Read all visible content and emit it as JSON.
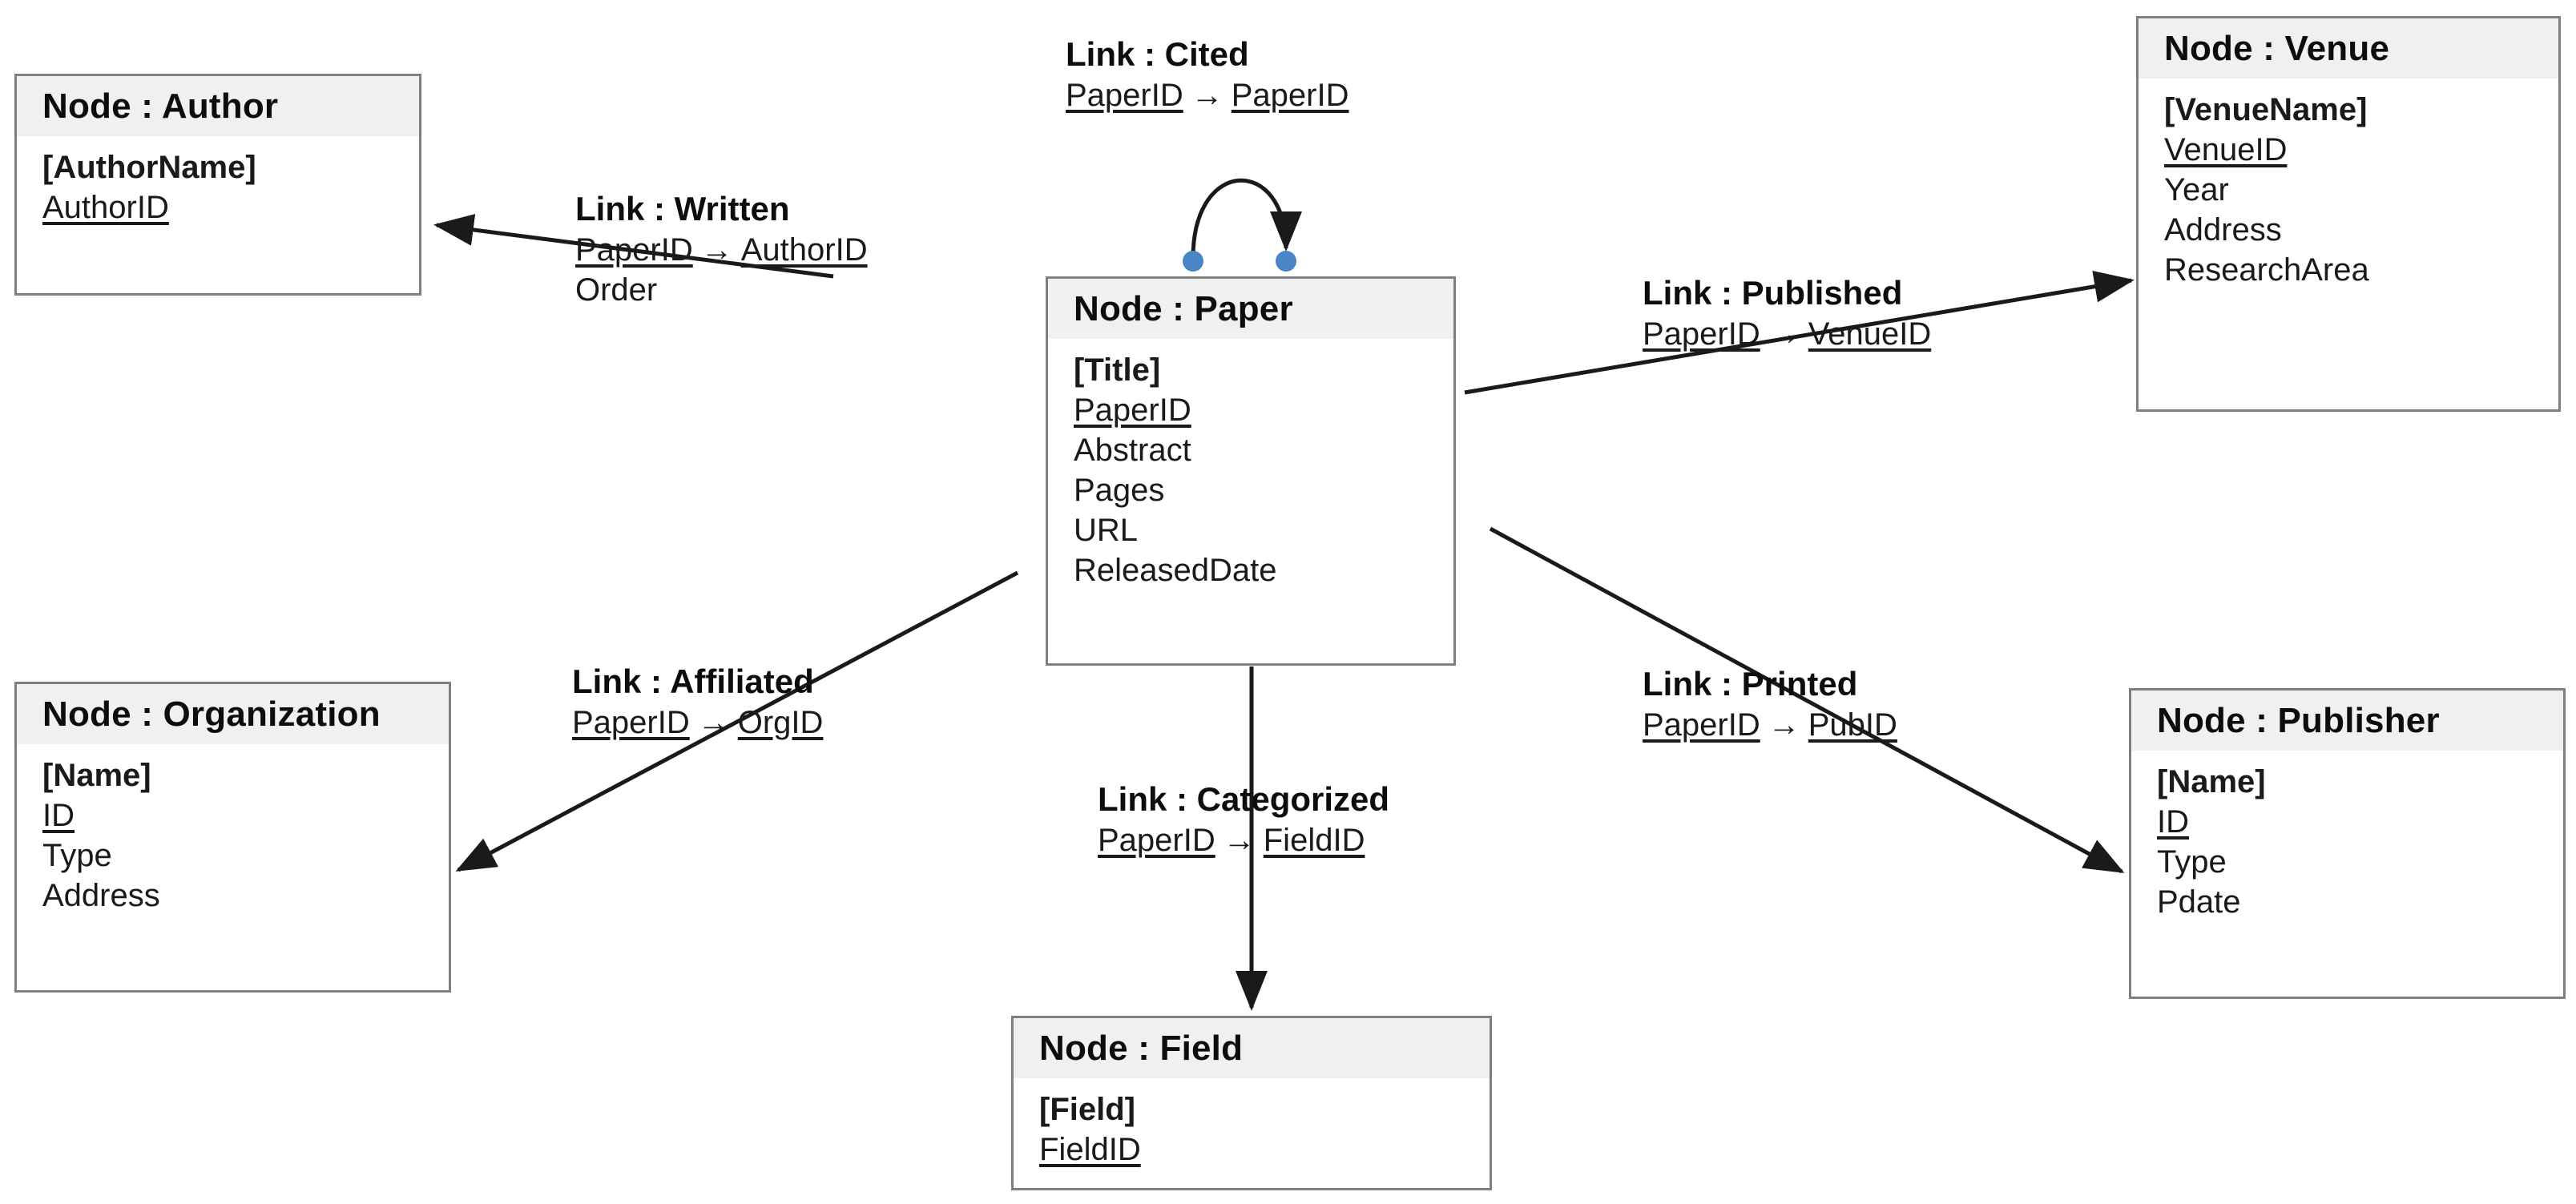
{
  "diagram": {
    "type": "graph-schema-er-diagram",
    "style": {
      "node_header_bg": "#f0f0f0",
      "node_border": "#7f7f7f",
      "edge_color": "#262626",
      "endpoint_dot_color": "#4a86c5",
      "text_color": "#1a1a1a"
    }
  },
  "nodes": [
    {
      "id": "author",
      "title": "Node : Author",
      "attributes": [
        {
          "text": "[AuthorName]",
          "bold": true,
          "underline": false
        },
        {
          "text": "AuthorID",
          "bold": false,
          "underline": true
        }
      ]
    },
    {
      "id": "paper",
      "title": "Node : Paper",
      "attributes": [
        {
          "text": "[Title]",
          "bold": true,
          "underline": false
        },
        {
          "text": "PaperID",
          "bold": false,
          "underline": true
        },
        {
          "text": "Abstract",
          "bold": false,
          "underline": false
        },
        {
          "text": "Pages",
          "bold": false,
          "underline": false
        },
        {
          "text": "URL",
          "bold": false,
          "underline": false
        },
        {
          "text": "ReleasedDate",
          "bold": false,
          "underline": false
        }
      ]
    },
    {
      "id": "venue",
      "title": "Node : Venue",
      "attributes": [
        {
          "text": "[VenueName]",
          "bold": true,
          "underline": false
        },
        {
          "text": "VenueID",
          "bold": false,
          "underline": true
        },
        {
          "text": "Year",
          "bold": false,
          "underline": false
        },
        {
          "text": "Address",
          "bold": false,
          "underline": false
        },
        {
          "text": "ResearchArea",
          "bold": false,
          "underline": false
        }
      ]
    },
    {
      "id": "organization",
      "title": "Node : Organization",
      "attributes": [
        {
          "text": "[Name]",
          "bold": true,
          "underline": false
        },
        {
          "text": "ID",
          "bold": false,
          "underline": true
        },
        {
          "text": "Type",
          "bold": false,
          "underline": false
        },
        {
          "text": "Address",
          "bold": false,
          "underline": false
        }
      ]
    },
    {
      "id": "publisher",
      "title": "Node : Publisher",
      "attributes": [
        {
          "text": "[Name]",
          "bold": true,
          "underline": false
        },
        {
          "text": "ID",
          "bold": false,
          "underline": true
        },
        {
          "text": "Type",
          "bold": false,
          "underline": false
        },
        {
          "text": "Pdate",
          "bold": false,
          "underline": false
        }
      ]
    },
    {
      "id": "field",
      "title": "Node : Field",
      "attributes": [
        {
          "text": "[Field]",
          "bold": true,
          "underline": false
        },
        {
          "text": "FieldID",
          "bold": false,
          "underline": true
        }
      ]
    }
  ],
  "links": [
    {
      "id": "cited",
      "title": "Link : Cited",
      "source_key": "PaperID",
      "arrow": "→",
      "target_key": "PaperID",
      "extra_attributes": []
    },
    {
      "id": "written",
      "title": "Link : Written",
      "source_key": "PaperID",
      "arrow": "→",
      "target_key": "AuthorID",
      "extra_attributes": [
        "Order"
      ]
    },
    {
      "id": "published",
      "title": "Link : Published",
      "source_key": "PaperID",
      "arrow": "→",
      "target_key": "VenueID",
      "extra_attributes": []
    },
    {
      "id": "affiliated",
      "title": "Link : Affiliated",
      "source_key": "PaperID",
      "arrow": "→",
      "target_key": "OrgID",
      "extra_attributes": []
    },
    {
      "id": "printed",
      "title": "Link : Printed",
      "source_key": "PaperID",
      "arrow": "→",
      "target_key": "PubID",
      "extra_attributes": []
    },
    {
      "id": "categorized",
      "title": "Link : Categorized",
      "source_key": "PaperID",
      "arrow": "→",
      "target_key": "FieldID",
      "extra_attributes": []
    }
  ]
}
